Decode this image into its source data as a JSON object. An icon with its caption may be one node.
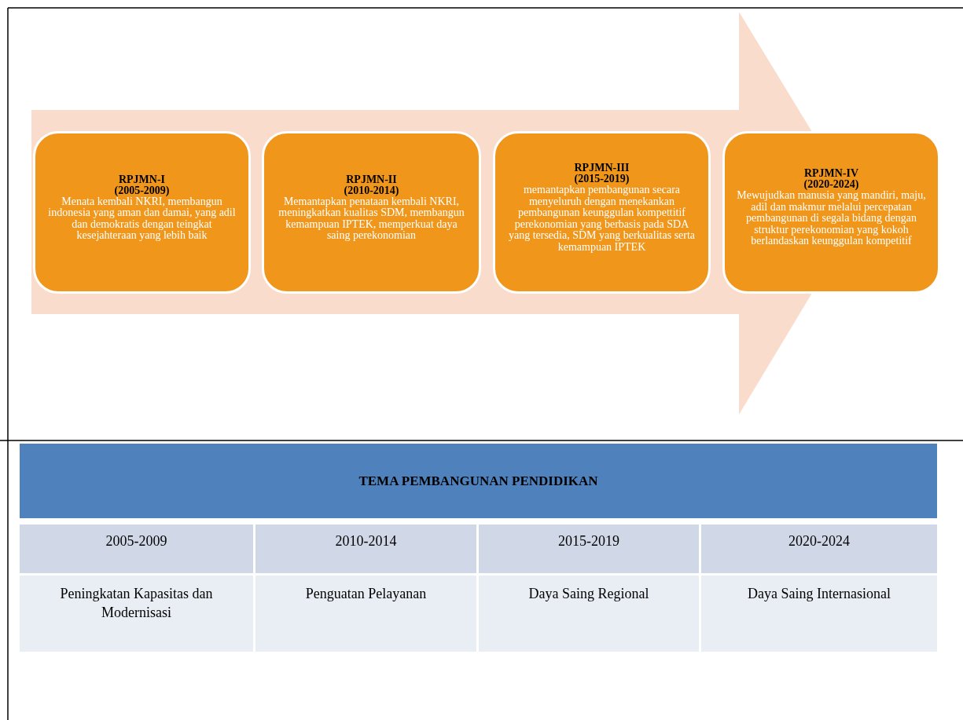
{
  "diagram": {
    "nodes": [
      {
        "text": [
          "RPJMN-I",
          "(2005-2009)",
          "Menata kembali  NKRI, membangun indonesia yang aman dan damai, yang adil dan demokratis dengan teingkat kesejahteraan  yang lebih baik"
        ]
      },
      {
        "text": [
          "RPJMN-II",
          "(2010-2014)",
          "Memantapkan penataan kembali NKRI, meningkatkan kualitas SDM, membangun kemampuan IPTEK, memperkuat daya saing perekonomian"
        ]
      },
      {
        "text": [
          "RPJMN-III",
          "(2015-2019)",
          "memantapkan pembangunan secara menyeluruh dengan menekankan pembangunan keunggulan kompettitif perekonomian yang berbasis pada SDA yang tersedia, SDM yang berkualitas serta kemampuan IPTEK"
        ]
      },
      {
        "text": [
          "RPJMN-IV",
          "(2020-2024)",
          "Mewujudkan manusia yang mandiri, maju, adil dan makmur melalui percepatan pembangunan di segala bidang dengan struktur perekonomian yang kokoh berlandaskan keunggulan kompetitif"
        ]
      }
    ],
    "labels": [
      "TEMA PEMBANGUNAN PENDIDIKAN",
      "2005-2009",
      "2010-2014",
      "2015-2019",
      "2020-2024",
      "Peningkatan Kapasitas dan Modernisasi",
      "Penguatan Pelayanan",
      "Daya Saing Regional",
      "Daya Saing Internasional"
    ]
  }
}
